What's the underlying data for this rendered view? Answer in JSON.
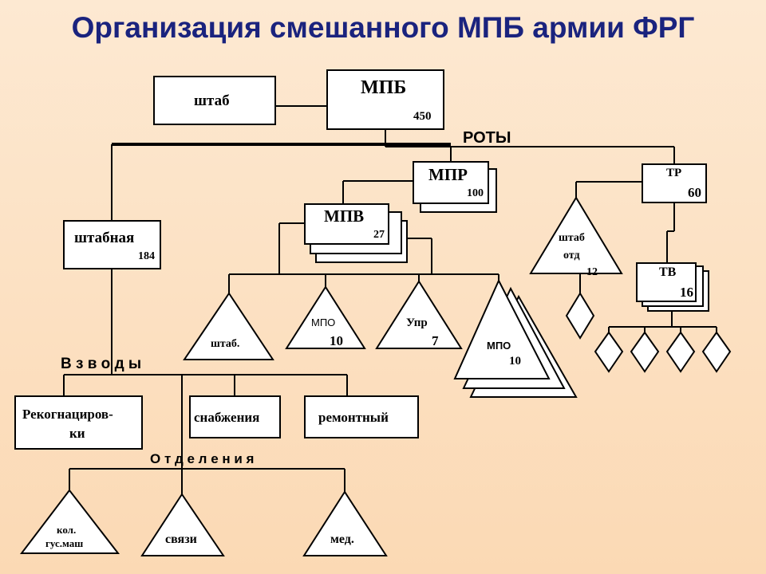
{
  "title": "Организация смешанного МПБ армии ФРГ",
  "mpb": {
    "name": "МПБ",
    "count": "450"
  },
  "shtab": "штаб",
  "roty": "РОТЫ",
  "mpr": {
    "name": "МПР",
    "count": "100"
  },
  "tr": {
    "name": "ТР",
    "count": "60"
  },
  "shtabnaya": {
    "name": "штабная",
    "count": "184"
  },
  "mpv": {
    "name": "МПВ",
    "count": "27"
  },
  "shtab_otd": {
    "line1": "штаб",
    "line2": "отд",
    "count": "12"
  },
  "tv": {
    "name": "ТВ",
    "count": "16"
  },
  "mpv_units": {
    "shtab": "штаб.",
    "mpo": {
      "name": "МПО",
      "count": "10"
    },
    "upr": {
      "name": "Упр",
      "count": "7"
    },
    "mpo2": {
      "name": "МПО",
      "count": "10"
    }
  },
  "vzvody": "В з в о д ы",
  "platoons": {
    "recon_line1": "Рекогнациров-",
    "recon_line2": "ки",
    "supply": "снабжения",
    "repair": "ремонтный"
  },
  "otdeleniya": "О т д е л е н и я",
  "sections": {
    "kol_line1": "кол.",
    "kol_line2": "гус.маш",
    "svyazi": "связи",
    "med": "мед."
  }
}
